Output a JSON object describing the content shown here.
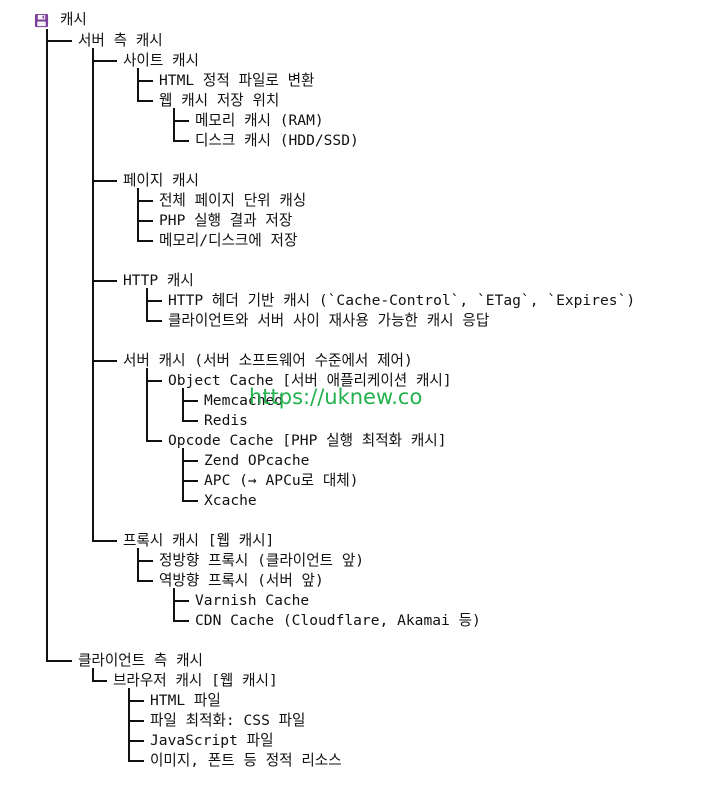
{
  "root": {
    "label": "캐시",
    "icon": "floppy-disk-icon"
  },
  "nodes": [
    {
      "text": "서버 측 캐시",
      "depth": 1
    },
    {
      "text": "사이트 캐시",
      "depth": 2
    },
    {
      "text": "HTML 정적 파일로 변환",
      "depth": 3
    },
    {
      "text": "웹 캐시 저장 위치",
      "depth": 3
    },
    {
      "text": "메모리 캐시 (RAM)",
      "depth": 4
    },
    {
      "text": "디스크 캐시 (HDD/SSD)",
      "depth": 4
    },
    {
      "text": "페이지 캐시",
      "depth": 2
    },
    {
      "text": "전체 페이지 단위 캐싱",
      "depth": 3
    },
    {
      "text": "PHP 실행 결과 저장",
      "depth": 3
    },
    {
      "text": "메모리/디스크에 저장",
      "depth": 3
    },
    {
      "text": "HTTP 캐시",
      "depth": 2
    },
    {
      "text": "HTTP 헤더 기반 캐시 (`Cache-Control`, `ETag`, `Expires`)",
      "depth": 3
    },
    {
      "text": "클라이언트와 서버 사이 재사용 가능한 캐시 응답",
      "depth": 3
    },
    {
      "text": "서버 캐시 (서버 소프트웨어 수준에서 제어)",
      "depth": 2
    },
    {
      "text": "Object Cache [서버 애플리케이션 캐시]",
      "depth": 3
    },
    {
      "text": "Memcached",
      "depth": 4
    },
    {
      "text": "Redis",
      "depth": 4
    },
    {
      "text": "Opcode Cache [PHP 실행 최적화 캐시]",
      "depth": 3
    },
    {
      "text": "Zend OPcache",
      "depth": 4
    },
    {
      "text": "APC (→ APCu로 대체)",
      "depth": 4
    },
    {
      "text": "Xcache",
      "depth": 4
    },
    {
      "text": "프록시 캐시 [웹 캐시]",
      "depth": 2
    },
    {
      "text": "정방향 프록시 (클라이언트 앞)",
      "depth": 3
    },
    {
      "text": "역방향 프록시 (서버 앞)",
      "depth": 3
    },
    {
      "text": "Varnish Cache",
      "depth": 4
    },
    {
      "text": "CDN Cache (Cloudflare, Akamai 등)",
      "depth": 4
    },
    {
      "text": "클라이언트 측 캐시",
      "depth": 1
    },
    {
      "text": "브라우저 캐시 [웹 캐시]",
      "depth": 2
    },
    {
      "text": "HTML 파일",
      "depth": 3
    },
    {
      "text": "파일 최적화: CSS 파일",
      "depth": 3
    },
    {
      "text": "JavaScript 파일",
      "depth": 3
    },
    {
      "text": "이미지, 폰트 등 정적 리소스",
      "depth": 3
    }
  ],
  "watermark": "https://uknew.co",
  "colors": {
    "text": "#111111",
    "watermark": "#22b14c",
    "icon": "#7a3f9b"
  }
}
